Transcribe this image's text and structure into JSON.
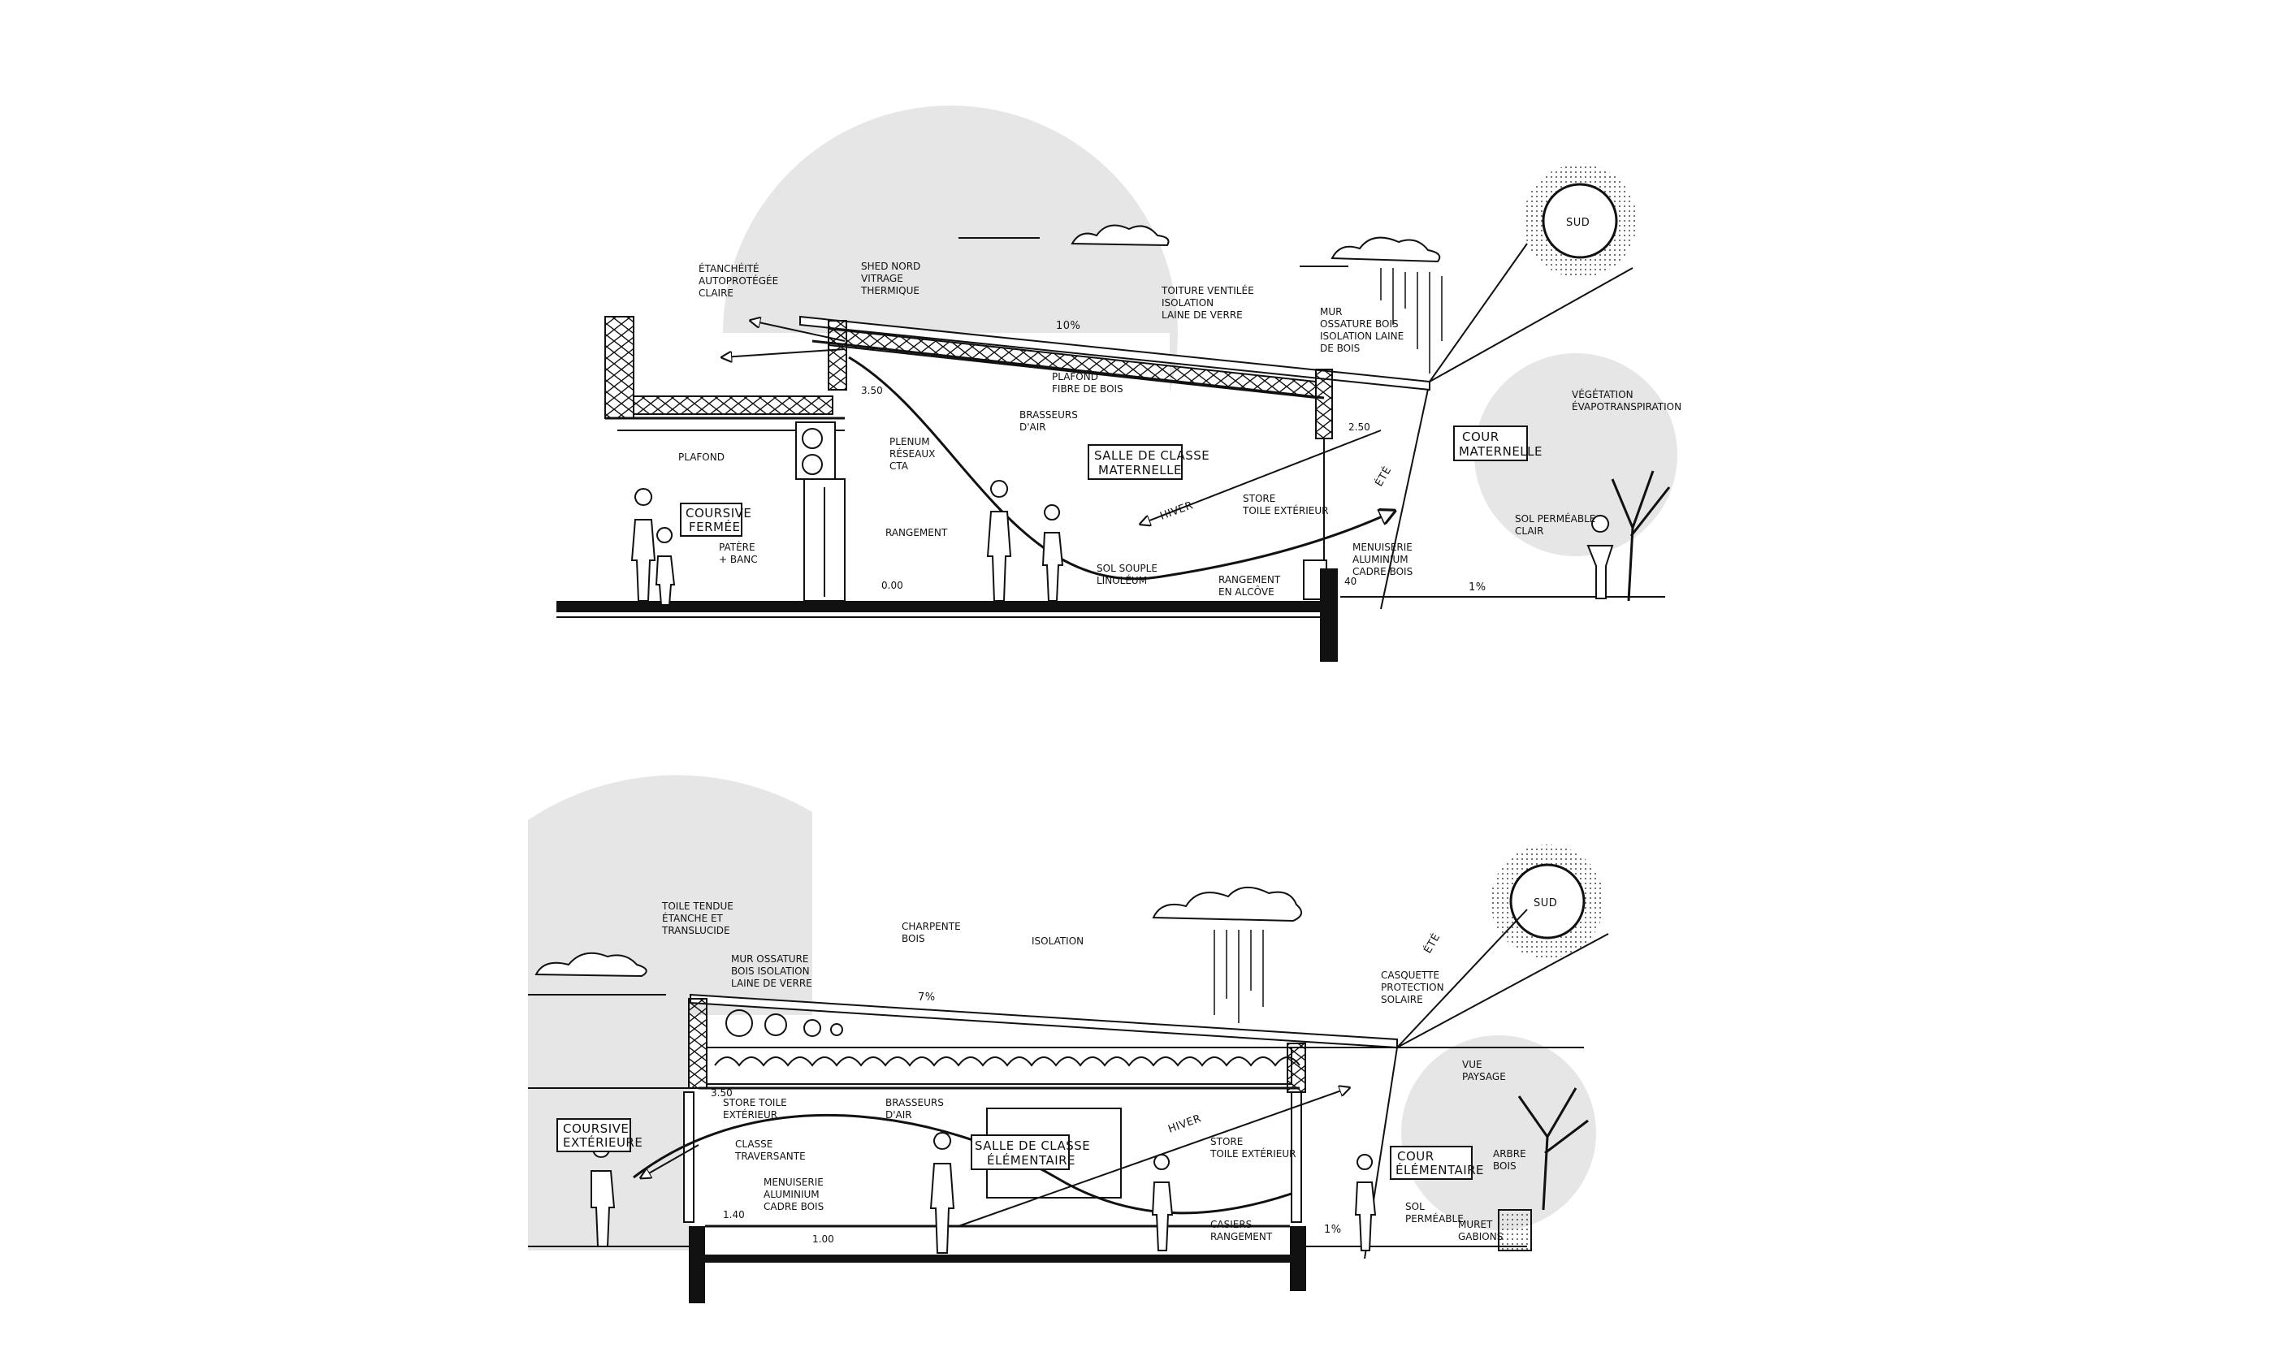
{
  "section_top": {
    "labels": {
      "etancheite": [
        "ÉTANCHÉITÉ",
        "AUTOPROTÉGÉE",
        "CLAIRE"
      ],
      "shed": [
        "SHED NORD",
        "VITRAGE",
        "THERMIQUE"
      ],
      "toiture": [
        "TOITURE VENTILÉE",
        "ISOLATION",
        "LAINE DE VERRE"
      ],
      "mur": [
        "MUR",
        "OSSATURE BOIS",
        "ISOLATION LAINE",
        "DE BOIS"
      ],
      "slope": "10%",
      "plafond_fibre": [
        "PLAFOND",
        "FIBRE DE BOIS"
      ],
      "brasseurs": [
        "BRASSEURS",
        "D'AIR"
      ],
      "plenum": [
        "PLENUM",
        "RÉSEAUX",
        "CTA"
      ],
      "plafond": "PLAFOND",
      "coursive": [
        "COURSIVE",
        "FERMÉE"
      ],
      "rangement": "RANGEMENT",
      "patere": [
        "PATÈRE",
        "+ BANC"
      ],
      "sol_souple": [
        "SOL SOUPLE",
        "LINOLÉUM"
      ],
      "rangement_alcove": [
        "RANGEMENT",
        "EN ALCÔVE"
      ],
      "store": [
        "STORE",
        "TOILE EXTÉRIEUR"
      ],
      "menuiserie": [
        "MENUISERIE",
        "ALUMINIUM",
        "CADRE BOIS"
      ],
      "hiver": "HIVER",
      "ete": "ÉTÉ",
      "level_350": "3.50",
      "level_250": "2.50",
      "level_000": "0.00",
      "level_040": "40",
      "ground_slope": "1%",
      "sol_permeable": [
        "SOL PERMÉABLE",
        "CLAIR"
      ],
      "vegetation": [
        "VÉGÉTATION",
        "ÉVAPOTRANSPIRATION"
      ],
      "sun": "SUD"
    },
    "rooms": {
      "salle": [
        "SALLE DE CLASSE",
        "MATERNELLE"
      ],
      "cour": [
        "COUR",
        "MATERNELLE"
      ]
    }
  },
  "section_bottom": {
    "labels": {
      "toile": [
        "TOILE TENDUE",
        "ÉTANCHE ET",
        "TRANSLUCIDE"
      ],
      "mur": [
        "MUR OSSATURE",
        "BOIS ISOLATION",
        "LAINE DE VERRE"
      ],
      "charpente": [
        "CHARPENTE",
        "BOIS"
      ],
      "isolation": "ISOLATION",
      "casquette": [
        "CASQUETTE",
        "PROTECTION",
        "SOLAIRE"
      ],
      "slope": "7%",
      "store_left": [
        "STORE TOILE",
        "EXTÉRIEUR"
      ],
      "brasseurs": [
        "BRASSEURS",
        "D'AIR"
      ],
      "classe": [
        "CLASSE",
        "TRAVERSANTE"
      ],
      "menuiserie": [
        "MENUISERIE",
        "ALUMINIUM",
        "CADRE BOIS"
      ],
      "store_right": [
        "STORE",
        "TOILE EXTÉRIEUR"
      ],
      "casiers": [
        "CASIERS",
        "RANGEMENT"
      ],
      "hiver": "HIVER",
      "ete": "ÉTÉ",
      "level_350": "3.50",
      "level_140": "1.40",
      "level_100": "1.00",
      "ground_slope": "1%",
      "sol_permeable": [
        "SOL",
        "PERMÉABLE"
      ],
      "muret": [
        "MURET",
        "GABIONS"
      ],
      "arbre": [
        "ARBRE",
        "BOIS"
      ],
      "vue": [
        "VUE",
        "PAYSAGE"
      ],
      "sun": "SUD"
    },
    "rooms": {
      "coursive": [
        "COURSIVE",
        "EXTÉRIEURE"
      ],
      "salle": [
        "SALLE DE CLASSE",
        "ÉLÉMENTAIRE"
      ],
      "cour": [
        "COUR",
        "ÉLÉMENTAIRE"
      ]
    }
  },
  "colors": {
    "ink": "#111111",
    "shade": "#e6e6e6",
    "paper": "#ffffff"
  }
}
